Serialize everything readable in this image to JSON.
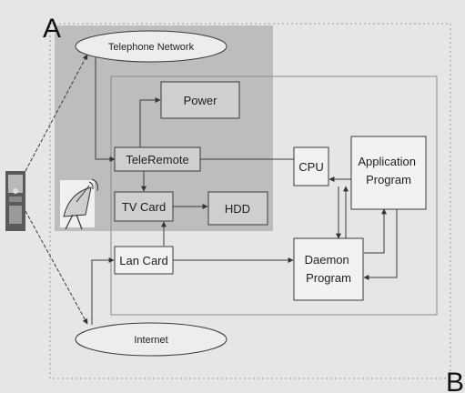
{
  "corner_labels": {
    "top_left": "A",
    "bottom_right": "B"
  },
  "nodes": {
    "telephone_network": "Telephone Network",
    "power": "Power",
    "teleremote": "TeleRemote",
    "tv_card": "TV Card",
    "hdd": "HDD",
    "lan_card": "Lan Card",
    "cpu": "CPU",
    "application_program": [
      "Application",
      "Program"
    ],
    "daemon_program": [
      "Daemon",
      "Program"
    ],
    "internet": "Internet"
  },
  "icons": {
    "left_device": "mobile-phone-icon",
    "satellite": "satellite-dish-icon"
  },
  "colors": {
    "background": "#e6e6e6",
    "shaded_region": "#bdbdbd",
    "box_fill": "#cfcfcf",
    "box_fill_light": "#f2f2f2",
    "stroke": "#3a3a3a"
  }
}
